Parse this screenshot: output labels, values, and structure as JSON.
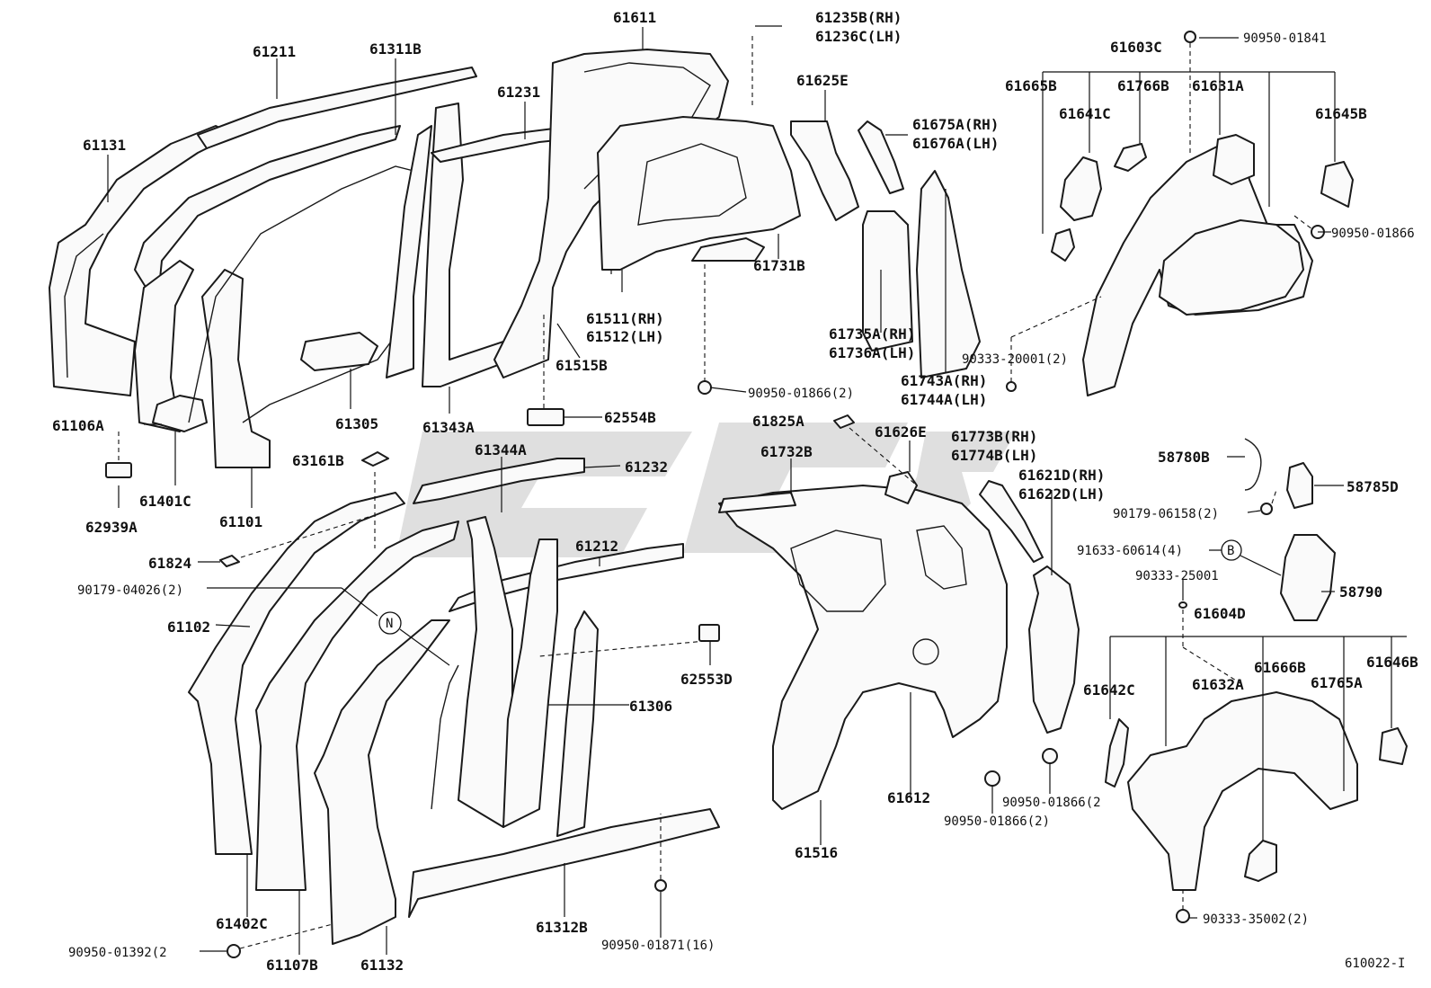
{
  "labels": {
    "l61211": "61211",
    "l61311B": "61311B",
    "l61131": "61131",
    "l61231": "61231",
    "l61611": "61611",
    "l61235B": "61235B(RH)",
    "l61236C": "61236C(LH)",
    "l61625E": "61625E",
    "l61675A": "61675A(RH)",
    "l61676A": "61676A(LH)",
    "l61603C": "61603C",
    "l90950_01841": "90950-01841",
    "l61665B": "61665B",
    "l61766B": "61766B",
    "l61631A": "61631A",
    "l61641C": "61641C",
    "l61645B": "61645B",
    "l90950_01866_r": "90950-01866",
    "l61731B": "61731B",
    "l61511": "61511(RH)",
    "l61512": "61512(LH)",
    "l61515B": "61515B",
    "l61735A": "61735A(RH)",
    "l61736A": "61736A(LH)",
    "l90333_20001": "90333-20001(2)",
    "l61743A": "61743A(RH)",
    "l61744A": "61744A(LH)",
    "l90950_01866_2a": "90950-01866(2)",
    "l61106A": "61106A",
    "l61305": "61305",
    "l61343A": "61343A",
    "l62554B": "62554B",
    "l61825A": "61825A",
    "l61626E": "61626E",
    "l61773B": "61773B(RH)",
    "l61774B": "61774B(LH)",
    "l61344A": "61344A",
    "l61232": "61232",
    "l63161B": "63161B",
    "l61401C": "61401C",
    "l61732B": "61732B",
    "l61621D": "61621D(RH)",
    "l61622D": "61622D(LH)",
    "l58780B": "58780B",
    "l58785D": "58785D",
    "l90179_06158": "90179-06158(2)",
    "l62939A": "62939A",
    "l61101": "61101",
    "l61824": "61824",
    "l61212": "61212",
    "l91633_60614": "91633-60614(4)",
    "lB": "B",
    "l58790": "58790",
    "l90333_25001": "90333-25001",
    "l90179_04026": "90179-04026(2)",
    "lN": "N",
    "l61604D": "61604D",
    "l61102": "61102",
    "l62553D": "62553D",
    "l61666B": "61666B",
    "l61646B": "61646B",
    "l61642C": "61642C",
    "l61632A": "61632A",
    "l61765A": "61765A",
    "l61306": "61306",
    "l61612": "61612",
    "l90950_01866_2b": "90950-01866(2",
    "l90950_01866_2c": "90950-01866(2)",
    "l61516": "61516",
    "l61402C": "61402C",
    "l61312B": "61312B",
    "l90333_35002": "90333-35002(2)",
    "l90950_01392": "90950-01392(2",
    "l61107B": "61107B",
    "l61132": "61132",
    "l90950_01871": "90950-01871(16)",
    "lRef": "610022-I"
  }
}
